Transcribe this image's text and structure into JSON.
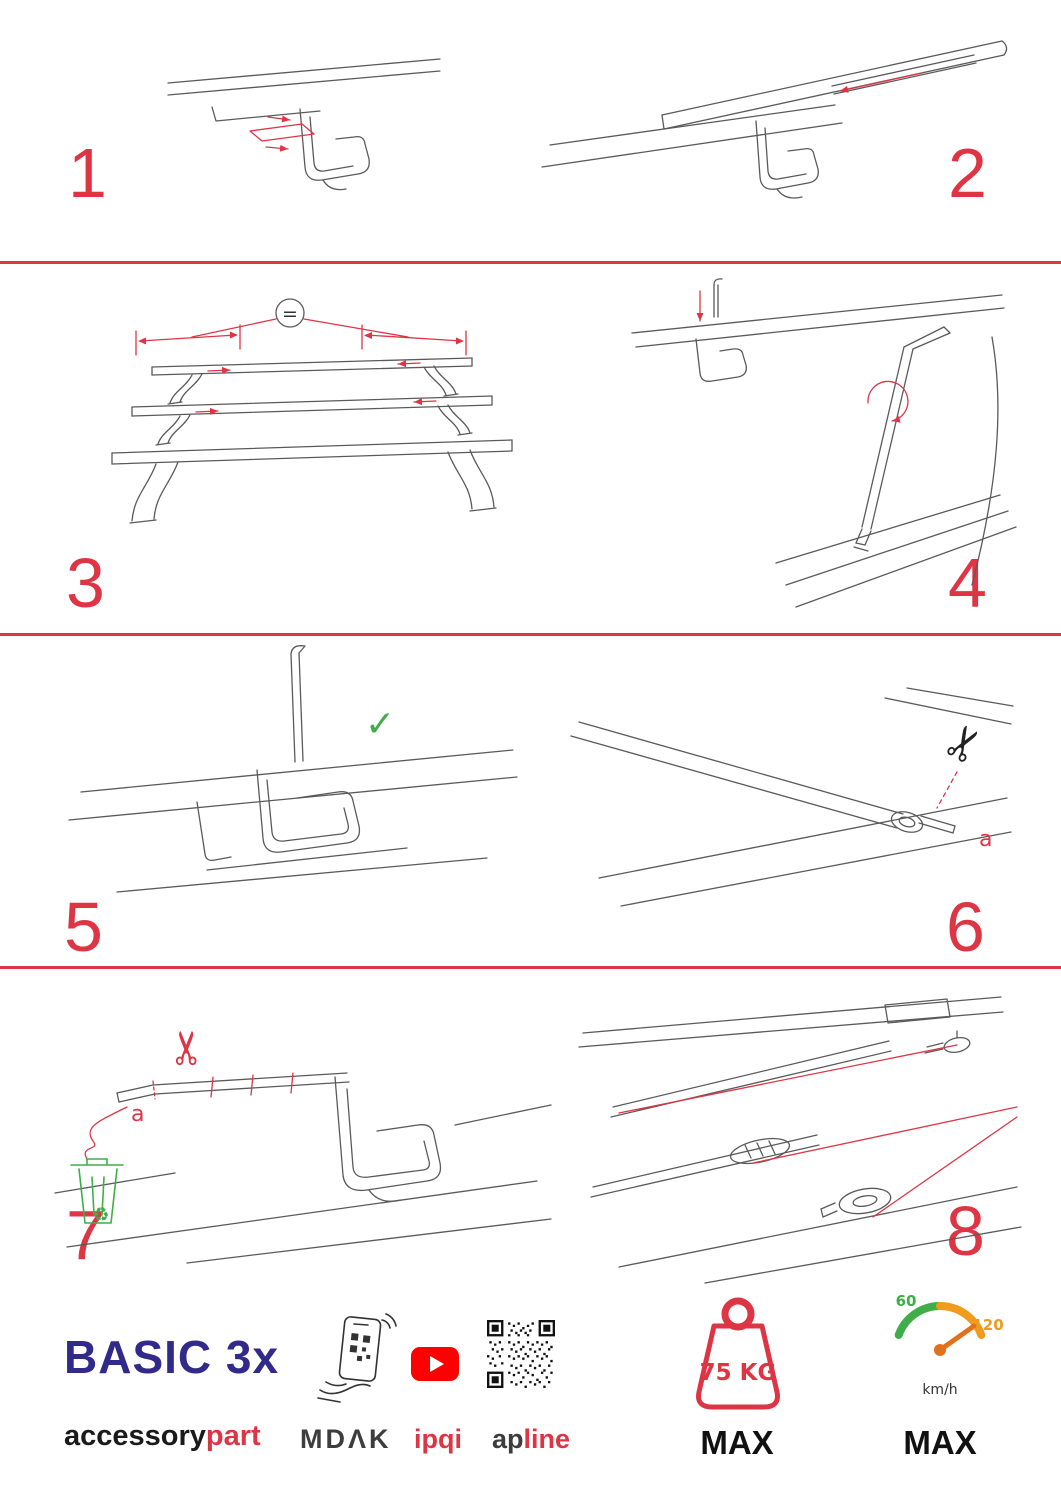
{
  "accent": "#de3545",
  "steps": [
    {
      "number": "1"
    },
    {
      "number": "2"
    },
    {
      "number": "3",
      "equals_label": "="
    },
    {
      "number": "4"
    },
    {
      "number": "5"
    },
    {
      "number": "6",
      "label_a": "a"
    },
    {
      "number": "7",
      "label_a": "a"
    },
    {
      "number": "8"
    }
  ],
  "icons": {
    "scissors": "✂",
    "recycle": "♻",
    "check": "✓"
  },
  "footer": {
    "product_name": "BASIC 3x",
    "brand_prefix": "accessory",
    "brand_suffix": "part",
    "partner_mdak": "MDΛK",
    "partner_ipqi": "ipqi",
    "partner_ap": "ap",
    "partner_line": "line",
    "weight_value": "75 KG",
    "weight_max": "MAX",
    "speed_low": "60",
    "speed_high": "120",
    "speed_unit": "km/h",
    "speed_max": "MAX"
  }
}
